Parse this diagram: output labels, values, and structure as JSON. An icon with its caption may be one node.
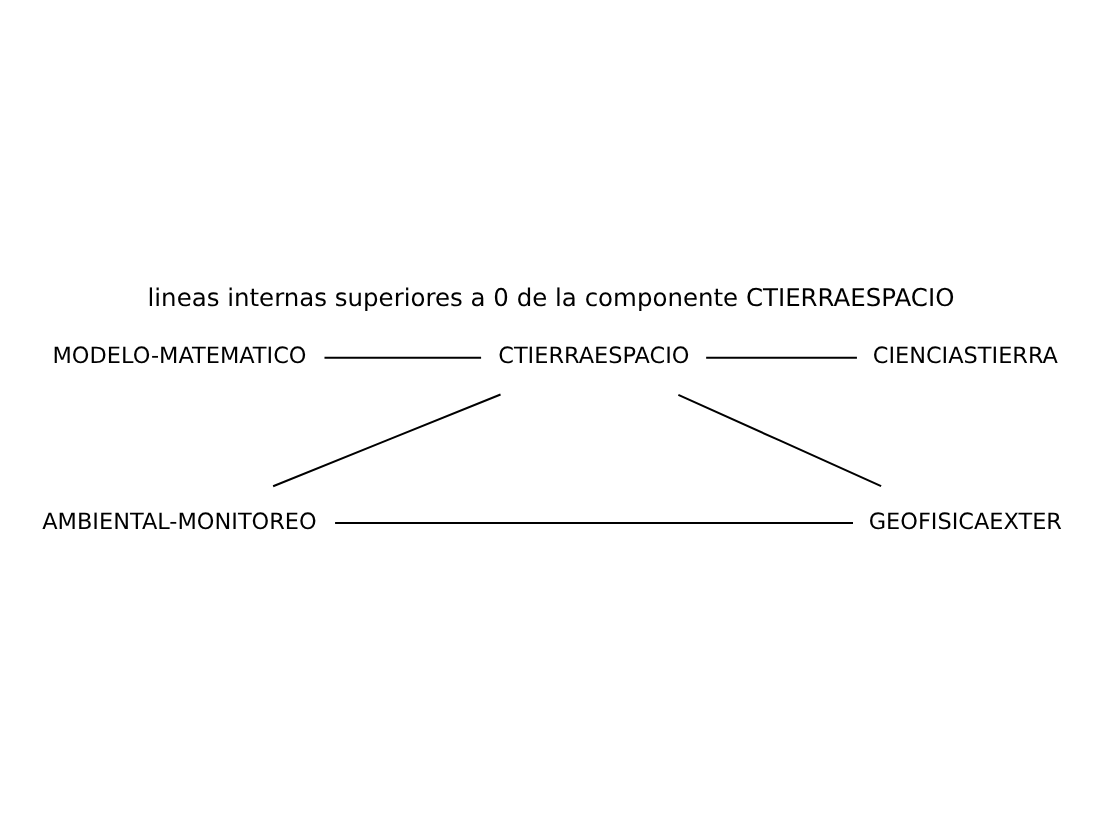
{
  "diagram": {
    "title": "lineas internas superiores a 0 de la componente CTIERRAESPACIO",
    "nodes": [
      {
        "text": [
          "AMBIENTAL-MONITOREO"
        ]
      },
      {
        "text": [
          "CTIERRAESPACIO"
        ]
      },
      {
        "text": [
          "CIENCIASTIERRA"
        ]
      },
      {
        "text": [
          "MODELO-MATEMATICO"
        ]
      },
      {
        "text": [
          "GEOFISICAEXTER"
        ]
      }
    ],
    "edges": [
      {
        "from": 0,
        "to": 1,
        "arrow": "none"
      },
      {
        "from": 0,
        "to": 4,
        "arrow": "none"
      },
      {
        "from": 1,
        "to": 2,
        "arrow": "none"
      },
      {
        "from": 3,
        "to": 1,
        "arrow": "none"
      },
      {
        "from": 1,
        "to": 4,
        "arrow": "none"
      }
    ]
  }
}
